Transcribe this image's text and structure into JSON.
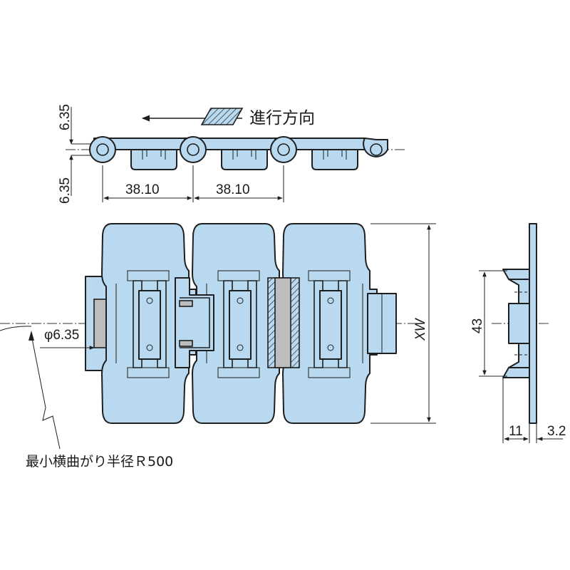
{
  "labels": {
    "direction": "進行方向",
    "pitch_left": "38.10",
    "pitch_right": "38.10",
    "height_top": "6.35",
    "height_bottom": "6.35",
    "pin_diameter": "φ6.35",
    "width_symbol": "XW",
    "side_height": "43",
    "side_dim_a": "11",
    "side_dim_b": "3.2",
    "min_radius": "最小横曲がり半径Ｒ500"
  },
  "colors": {
    "plate": "#b8d9ef",
    "outline": "#1f1f1f",
    "pin": "#bdbdbd"
  }
}
